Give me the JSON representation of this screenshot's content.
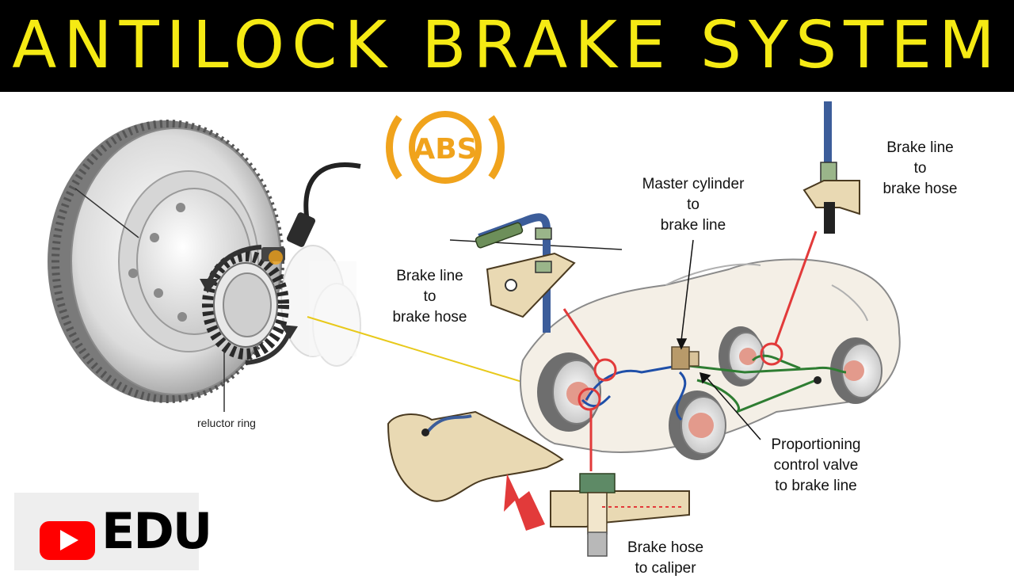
{
  "title": "ANTILOCK BRAKE SYSTEM",
  "abs_badge": "ABS",
  "labels": {
    "reluctor_ring": "reluctor ring",
    "brake_line_hose_left": [
      "Brake line",
      "to",
      "brake hose"
    ],
    "master_cylinder": [
      "Master cylinder",
      "to",
      "brake line"
    ],
    "brake_line_hose_right": [
      "Brake line",
      "to",
      "brake hose"
    ],
    "proportioning_valve": [
      "Proportioning",
      "control valve",
      "to brake line"
    ],
    "brake_hose_caliper": [
      "Brake hose",
      "to caliper"
    ]
  },
  "logo": {
    "text": "EDU"
  },
  "colors": {
    "banner": "#000000",
    "title": "#f5ea14",
    "abs": "#f0a31c",
    "callout": "#e23a3a",
    "link": "#e8c91b",
    "brake_line_front": "#1f4fa8",
    "brake_line_rear": "#2e7d32",
    "logo_red": "#ff0000"
  }
}
